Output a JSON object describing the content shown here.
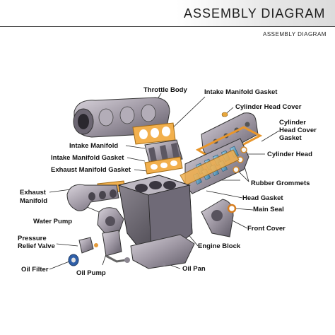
{
  "header": {
    "title": "ASSEMBLY DIAGRAM",
    "subtitle": "ASSEMBLY DIAGRAM"
  },
  "labels": {
    "throttle_body": "Throttle Body",
    "intake_manifold_gasket_top": "Intake Manifold Gasket",
    "cylinder_head_cover": "Cylinder Head Cover",
    "cylinder_head_cover_gasket_1": "Cylinder",
    "cylinder_head_cover_gasket_2": "Head Cover",
    "cylinder_head_cover_gasket_3": "Gasket",
    "intake_manifold": "Intake Manifold",
    "cylinder_head": "Cylinder Head",
    "intake_manifold_gasket": "Intake Manifold Gasket",
    "exhaust_manifold_gasket": "Exhaust Manifold Gasket",
    "rubber_grommets": "Rubber Grommets",
    "head_gasket": "Head Gasket",
    "exhaust_manifold_1": "Exhaust",
    "exhaust_manifold_2": "Manifold",
    "main_seal": "Main Seal",
    "water_pump": "Water Pump",
    "front_cover": "Front Cover",
    "pressure_relief_valve_1": "Pressure",
    "pressure_relief_valve_2": "Relief Valve",
    "engine_block": "Engine Block",
    "oil_filter": "Oil Filter",
    "oil_pump": "Oil Pump",
    "oil_pan": "Oil Pan"
  }
}
